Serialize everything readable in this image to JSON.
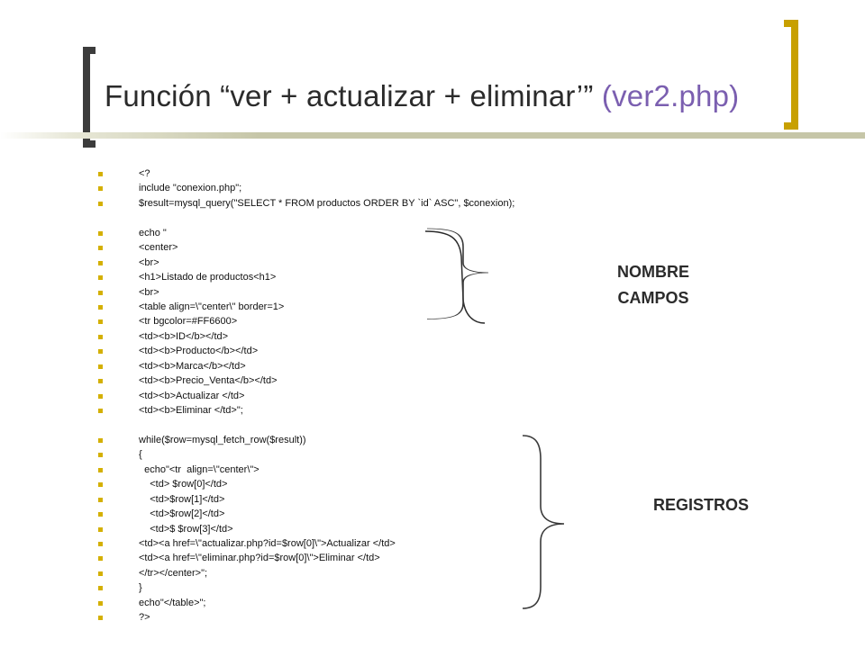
{
  "title": {
    "main": "Función “ver + actualizar + eliminar’” ",
    "accent": "(ver2.php)"
  },
  "code_lines": [
    "<?",
    "include \"conexion.php\";",
    "$result=mysql_query(\"SELECT * FROM productos ORDER BY `id` ASC\", $conexion);",
    "",
    "echo \"",
    "<center>",
    "<br>",
    "<h1>Listado de productos<h1>",
    "<br>",
    "<table align=\\\"center\\\" border=1>",
    "<tr bgcolor=#FF6600>",
    "<td><b>ID</b></td>",
    "<td><b>Producto</b></td>",
    "<td><b>Marca</b></td>",
    "<td><b>Precio_Venta</b></td>",
    "<td><b>Actualizar </td>",
    "<td><b>Eliminar </td>\";",
    "",
    "while($row=mysql_fetch_row($result))",
    "{",
    "  echo\"<tr  align=\\\"center\\\">",
    "    <td> $row[0]</td>",
    "    <td>$row[1]</td>",
    "    <td>$row[2]</td>",
    "    <td>$ $row[3]</td>",
    "<td><a href=\\\"actualizar.php?id=$row[0]\\\">Actualizar </td>",
    "<td><a href=\\\"eliminar.php?id=$row[0]\\\">Eliminar </td>",
    "</tr></center>\";",
    "}",
    "echo\"</table>\";",
    "?>"
  ],
  "annotations": {
    "nombre_campos": [
      "NOMBRE",
      "CAMPOS"
    ],
    "registros": "REGISTROS"
  },
  "colors": {
    "bullet": "#d4b000",
    "left_bracket": "#3c3c3c",
    "right_bracket": "#c8a000",
    "title_accent": "#7b5fb0"
  }
}
